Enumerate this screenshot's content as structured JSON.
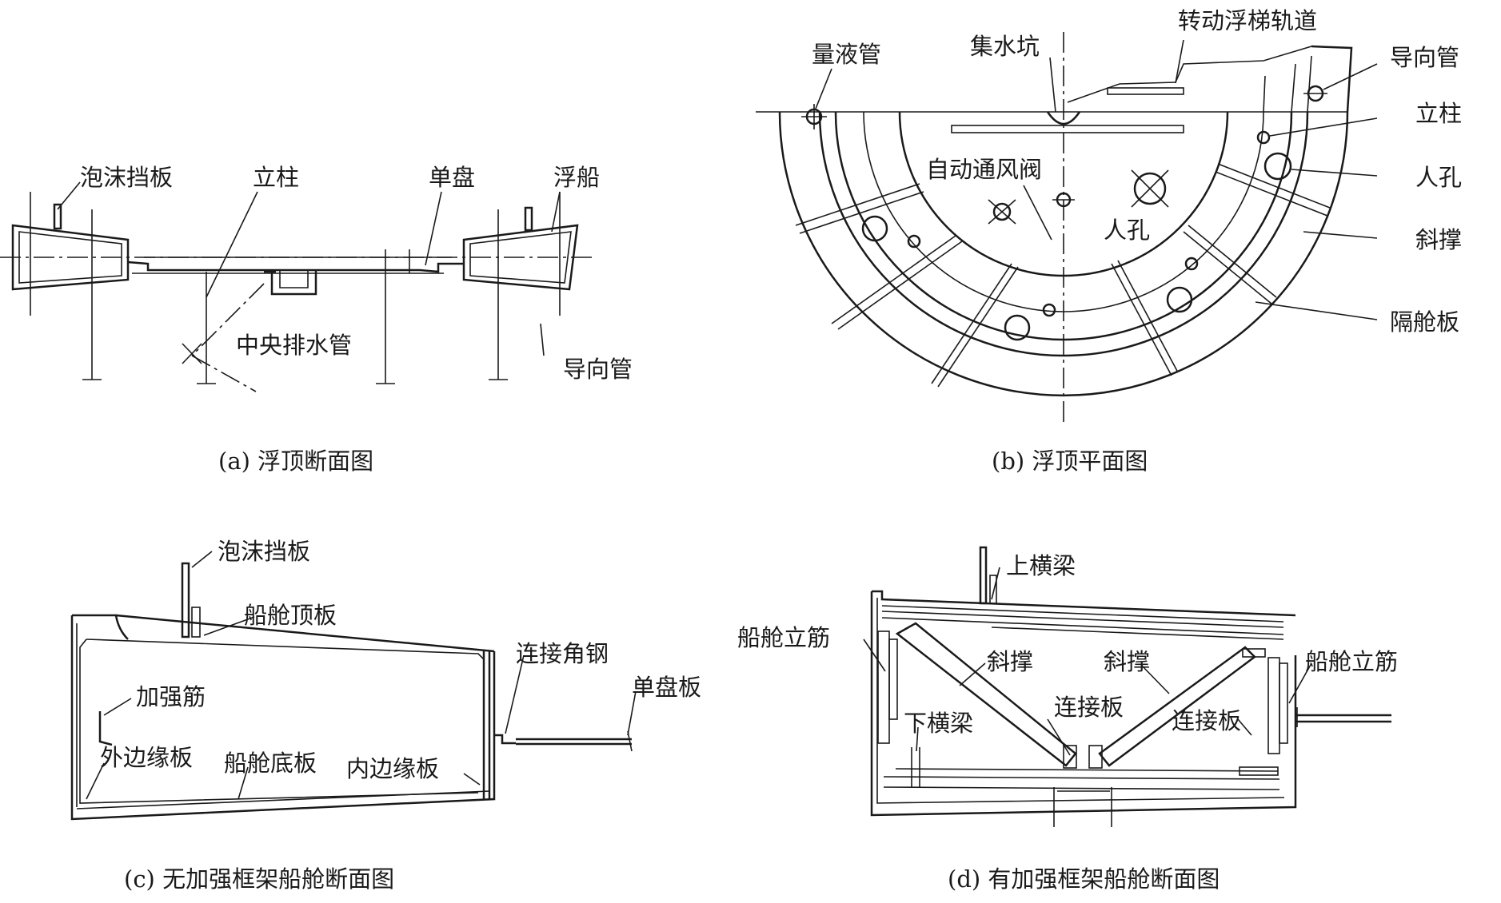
{
  "panel_a": {
    "caption": "(a) 浮顶断面图",
    "labels": {
      "foam_baffle": "泡沫挡板",
      "column": "立柱",
      "single_deck": "单盘",
      "pontoon": "浮船",
      "central_drain": "中央排水管",
      "guide_pipe": "导向管"
    }
  },
  "panel_b": {
    "caption": "(b) 浮顶平面图",
    "labels": {
      "gauge_pipe": "量液管",
      "sump": "集水坑",
      "ladder_track": "转动浮梯轨道",
      "guide_pipe": "导向管",
      "column": "立柱",
      "manhole_right": "人孔",
      "auto_vent": "自动通风阀",
      "manhole_center": "人孔",
      "brace": "斜撑",
      "bulkhead": "隔舱板"
    }
  },
  "panel_c": {
    "caption": "(c) 无加强框架船舱断面图",
    "labels": {
      "foam_baffle": "泡沫挡板",
      "top_plate": "船舱顶板",
      "stiffener": "加强筋",
      "connecting_angle": "连接角钢",
      "deck_plate": "单盘板",
      "outer_rim": "外边缘板",
      "bottom_plate": "船舱底板",
      "inner_rim": "内边缘板"
    }
  },
  "panel_d": {
    "caption": "(d) 有加强框架船舱断面图",
    "labels": {
      "upper_beam": "上横梁",
      "rib_left": "船舱立筋",
      "brace_left": "斜撑",
      "brace_right": "斜撑",
      "rib_right": "船舱立筋",
      "plate_center": "连接板",
      "plate_right": "连接板",
      "lower_beam": "下横梁"
    }
  }
}
